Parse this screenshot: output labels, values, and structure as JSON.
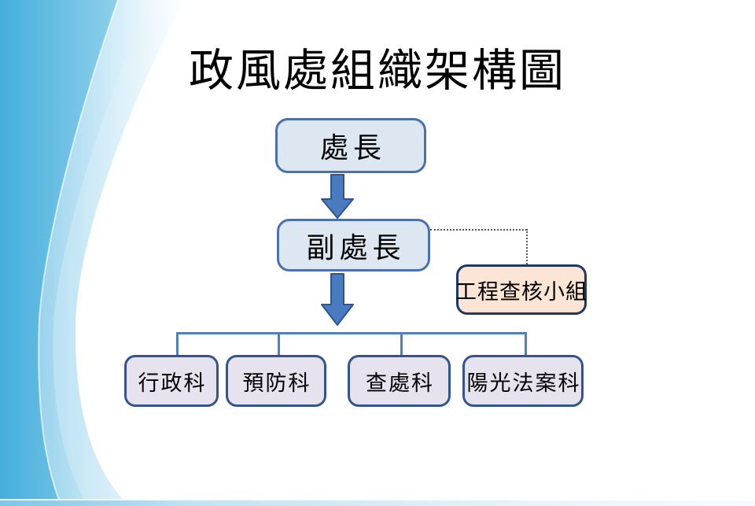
{
  "slide": {
    "title": "政風處組織架構圖"
  },
  "org_chart": {
    "type": "org-hierarchy",
    "director": {
      "label": "處長"
    },
    "deputy_director": {
      "label": "副處長"
    },
    "audit_team": {
      "label": "工程查核小組",
      "connection": "dotted-line-from-deputy"
    },
    "departments": [
      {
        "label": "行政科"
      },
      {
        "label": "預防科"
      },
      {
        "label": "查處科"
      },
      {
        "label": "陽光法案科"
      }
    ]
  },
  "colors": {
    "executive_box_fill": "#dde7f2",
    "executive_box_border": "#4a72a8",
    "department_box_fill": "#e6e2ee",
    "department_box_border": "#35548e",
    "audit_box_fill": "#fce5d4",
    "audit_box_border": "#1f3864",
    "arrow_fill": "#4a7bbe",
    "arrow_border": "#30558c",
    "connector_line": "#5080b8",
    "swoosh_blue": "#58b8e2"
  }
}
